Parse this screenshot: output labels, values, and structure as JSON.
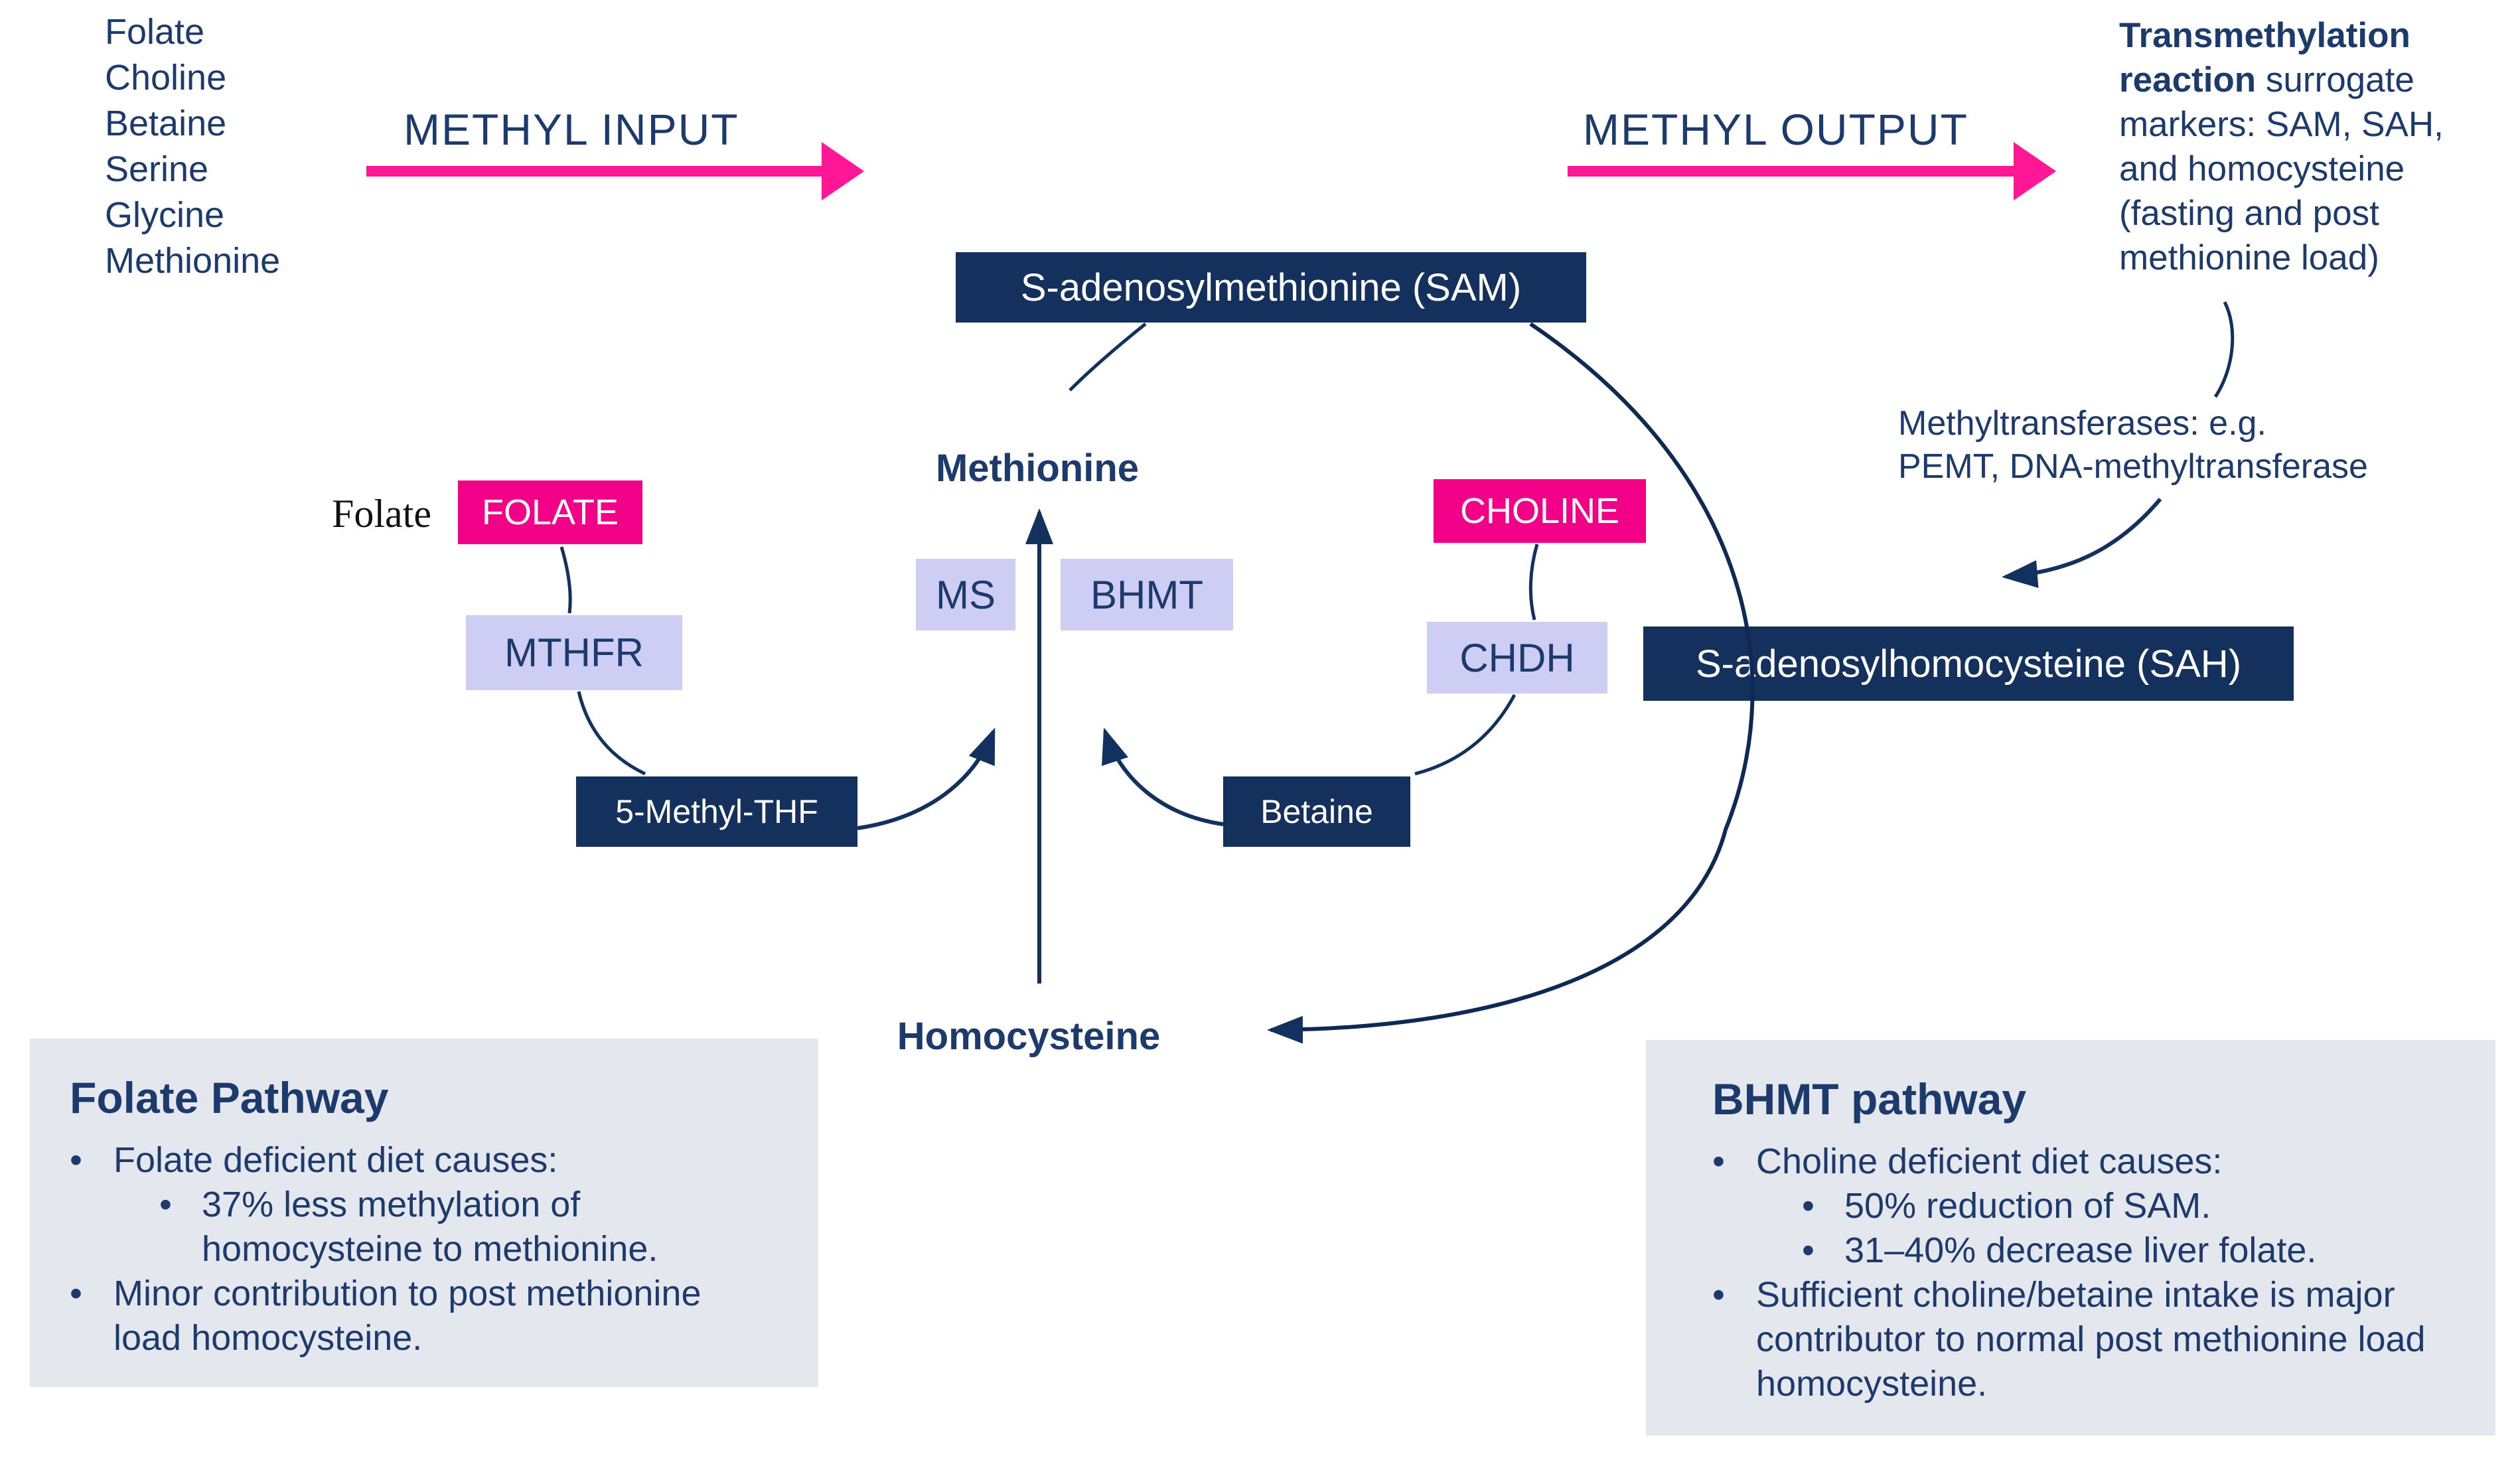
{
  "colors": {
    "navy_box": "#14305c",
    "navy_text": "#1c3a6b",
    "navy_line": "#13315f",
    "pink_box": "#f20087",
    "pink_arrow": "#ff1795",
    "lavender": "#cecdf4",
    "panel_gray": "#e4e8ee",
    "serif_black": "#111111"
  },
  "bullet": "•",
  "input_list": [
    "Folate",
    "Choline",
    "Betaine",
    "Serine",
    "Glycine",
    "Methionine"
  ],
  "methyl_input": "METHYL INPUT",
  "methyl_output": "METHYL OUTPUT",
  "transmethylation": {
    "line1_bold": "Transmethylation",
    "line2_bold": "reaction",
    "line2_rest": " surrogate",
    "line3": "markers: SAM, SAH,",
    "line4": "and homocysteine",
    "line5": "(fasting and post",
    "line6": "methionine load)"
  },
  "methyltransferases": {
    "line1": "Methyltransferases: e.g.",
    "line2": "PEMT, DNA-methyltransferase"
  },
  "nodes": {
    "sam": "S-adenosylmethionine (SAM)",
    "sah": "S-adenosylhomocysteine (SAH)",
    "methionine": "Methionine",
    "homocysteine": "Homocysteine",
    "folate_serif": "Folate",
    "folate_chip": "FOLATE",
    "choline_chip": "CHOLINE",
    "mthfr": "MTHFR",
    "ms": "MS",
    "bhmt": "BHMT",
    "chdh": "CHDH",
    "methyl_thf": "5-Methyl-THF",
    "betaine": "Betaine"
  },
  "folate_panel": {
    "title": "Folate Pathway",
    "b1": "Folate deficient diet causes:",
    "b1_sub1": "37% less methylation of homocysteine to methionine.",
    "b2": "Minor contribution to post methionine load homocysteine."
  },
  "bhmt_panel": {
    "title": "BHMT pathway",
    "b1": "Choline deficient diet causes:",
    "b1_sub1": "50% reduction of SAM.",
    "b1_sub2": "31–40% decrease liver folate.",
    "b2": "Sufficient choline/betaine intake is major contributor to normal post methionine load homocysteine."
  }
}
